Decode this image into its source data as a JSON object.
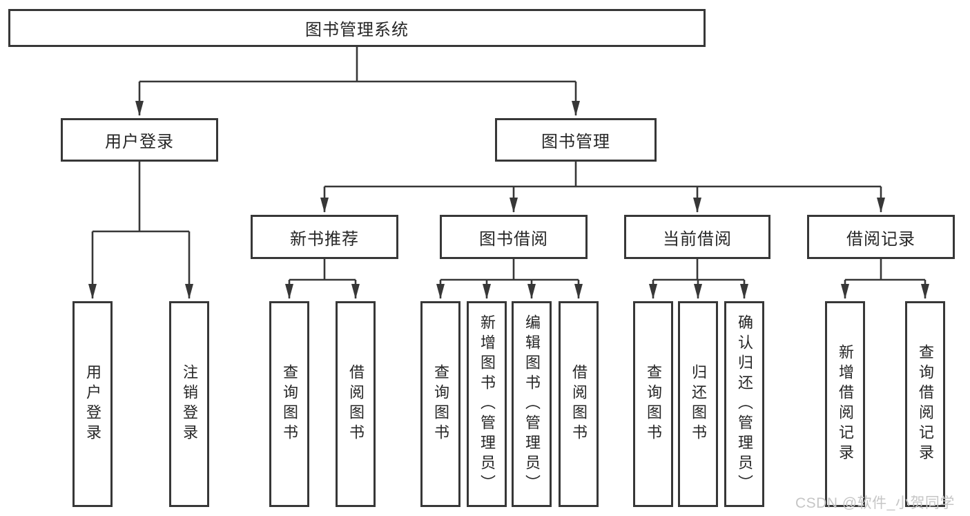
{
  "diagram_type": "hierarchy-tree",
  "colors": {
    "line": "#373737",
    "text": "#262626",
    "background": "#ffffff",
    "watermark": "#c6c6c6"
  },
  "watermark": {
    "text": "CSDN @软件_小贺同学"
  },
  "tree": {
    "label": "图书管理系统",
    "children": [
      {
        "label": "用户登录",
        "children": [
          {
            "label": "用户登录"
          },
          {
            "label": "注销登录"
          }
        ]
      },
      {
        "label": "图书管理",
        "children": [
          {
            "label": "新书推荐",
            "children": [
              {
                "label": "查询图书"
              },
              {
                "label": "借阅图书"
              }
            ]
          },
          {
            "label": "图书借阅",
            "children": [
              {
                "label": "查询图书"
              },
              {
                "label": "新增图书（管理员）"
              },
              {
                "label": "编辑图书（管理员）"
              },
              {
                "label": "借阅图书"
              }
            ]
          },
          {
            "label": "当前借阅",
            "children": [
              {
                "label": "查询图书"
              },
              {
                "label": "归还图书"
              },
              {
                "label": "确认归还（管理员）"
              }
            ]
          },
          {
            "label": "借阅记录",
            "children": [
              {
                "label": "新增借阅记录"
              },
              {
                "label": "查询借阅记录"
              }
            ]
          }
        ]
      }
    ]
  }
}
